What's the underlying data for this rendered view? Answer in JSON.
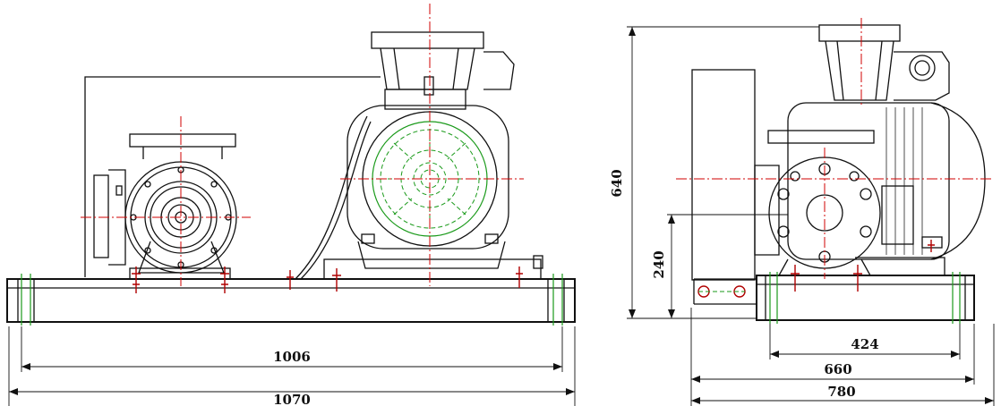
{
  "dimensions": {
    "front_inner_width": "1006",
    "front_overall_width": "1070",
    "side_height": "640",
    "side_flange_height": "240",
    "side_bolt_span": "424",
    "side_base_width": "660",
    "side_overall_width": "780"
  },
  "colors": {
    "outline": "#111111",
    "centerline": "#d00000",
    "hidden": "#1a9a1a"
  }
}
